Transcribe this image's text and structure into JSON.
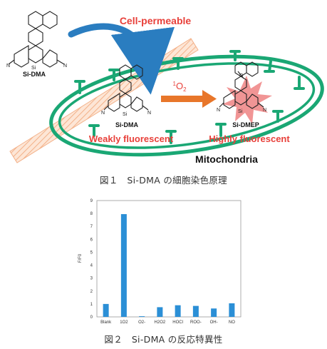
{
  "figure1": {
    "caption": "図１　Si-DMA の細胞染色原理",
    "cell_permeable": "Cell-permeable",
    "molecule_outside": "Si-DMA",
    "molecule_inside": "Si-DMA",
    "molecule_product": "Si-DMEP",
    "oxygen_label": "1O2",
    "oxygen_sup": "1",
    "oxygen_base": "O",
    "oxygen_sub": "2",
    "weakly": "Weakly fluorescent",
    "highly": "Highly fluorescent",
    "organelle": "Mitochondria",
    "atom_si": "Si",
    "atom_n": "N",
    "atom_o": "O",
    "colors": {
      "membrane": "#1aa774",
      "red_text": "#e8403a",
      "arrow_blue": "#2a7dc0",
      "arrow_orange": "#e8762a",
      "burst": "#f08a8a"
    }
  },
  "figure2": {
    "caption": "図２　Si-DMA の反応特異性",
    "chart_data": {
      "type": "bar",
      "title": "",
      "xlabel": "",
      "ylabel": "F/F0",
      "ylim": [
        0,
        9
      ],
      "yticks": [
        "0",
        "1",
        "2",
        "3",
        "4",
        "5",
        "6",
        "7",
        "8",
        "9"
      ],
      "categories": [
        "Blank",
        "1O2",
        "O2-",
        "H2O2",
        "HOCl",
        "ROO-",
        "OH-",
        "NO"
      ],
      "values": [
        1.0,
        7.95,
        0.05,
        0.75,
        0.9,
        0.85,
        0.65,
        1.05
      ],
      "bar_color": "#2b8fd6"
    }
  }
}
